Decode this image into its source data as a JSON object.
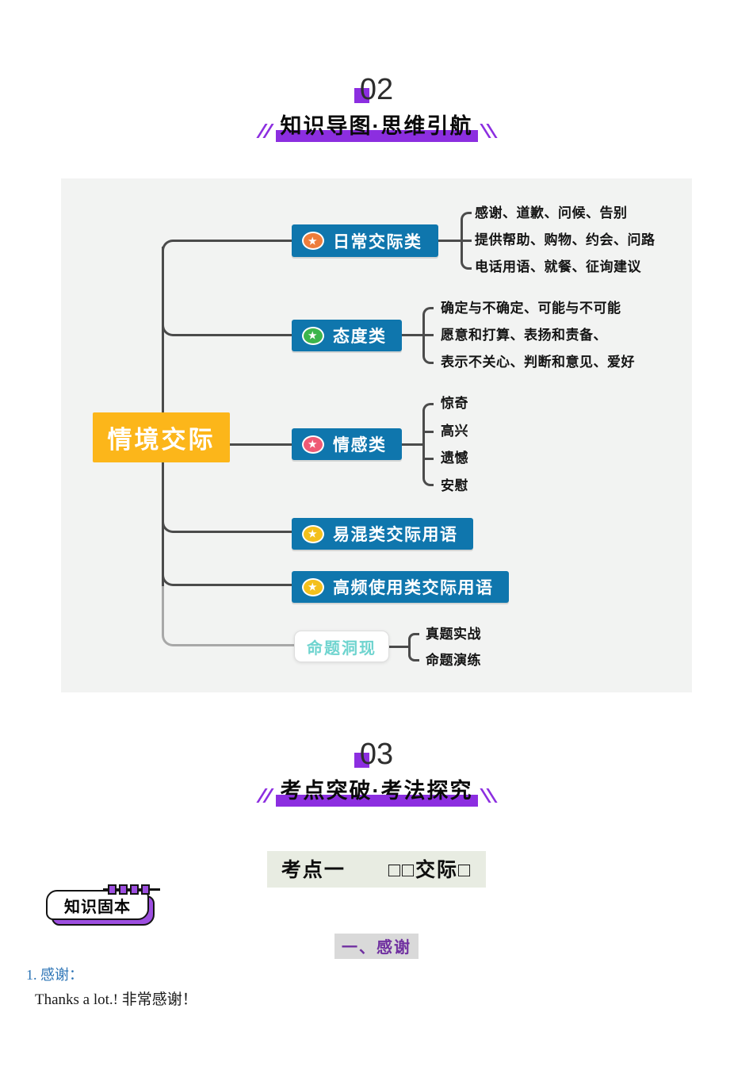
{
  "section02": {
    "number": "02",
    "title": "知识导图·思维引航"
  },
  "section03": {
    "number": "03",
    "title": "考点突破·考法探究"
  },
  "mindmap": {
    "root": "情境交际",
    "root_color": "#fcb61a",
    "branch_color": "#0f76ad",
    "branches": [
      {
        "label": "日常交际类",
        "star_color": "#ee7d3b",
        "leaves": [
          "感谢、道歉、问候、告别",
          "提供帮助、购物、约会、问路",
          "电话用语、就餐、征询建议"
        ]
      },
      {
        "label": "态度类",
        "star_color": "#3cb54c",
        "leaves": [
          "确定与不确定、可能与不可能",
          "愿意和打算、表扬和责备、",
          "表示不关心、判断和意见、爱好"
        ]
      },
      {
        "label": "情感类",
        "star_color": "#ef5a75",
        "leaves": [
          "惊奇",
          "高兴",
          "遗憾",
          "安慰"
        ]
      },
      {
        "label": "易混类交际用语",
        "star_color": "#f3c01c",
        "leaves": []
      },
      {
        "label": "高频使用类交际用语",
        "star_color": "#f3c01c",
        "leaves": []
      },
      {
        "label": "命题洞现",
        "text_color": "#6fd4cf",
        "leaves": [
          "真题实战",
          "命题演练"
        ]
      }
    ]
  },
  "kaodian": {
    "title": "考点一　　□□交际□"
  },
  "badge": {
    "label": "知识固本"
  },
  "body": {
    "subheading": "一、感谢",
    "item_label": "1. 感谢：",
    "example": "Thanks a lot.! 非常感谢！"
  },
  "colors": {
    "accent_purple": "#8c2ee0",
    "badge_purple": "#9d4ee0",
    "branch_blue": "#0f76ad",
    "root_orange": "#fcb61a",
    "panel_gray": "#f2f3f2",
    "highlight_gray": "#d9d9d9",
    "highlight_green": "#e8ece2",
    "blue_text": "#2e75b6",
    "purple_text": "#7030a0"
  }
}
